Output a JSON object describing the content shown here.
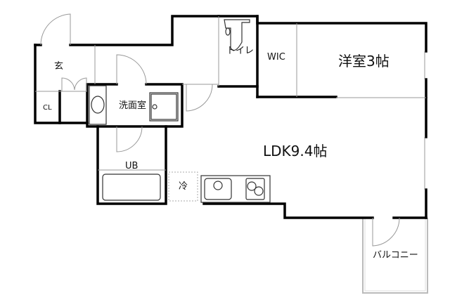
{
  "floor_plan": {
    "rooms": {
      "entrance": {
        "label": "玄"
      },
      "closet": {
        "label": "CL"
      },
      "washroom": {
        "label": "洗面室"
      },
      "toilet": {
        "label": "トイレ"
      },
      "walk_in_closet": {
        "label": "WIC"
      },
      "western_room": {
        "label": "洋室3帖"
      },
      "ldk": {
        "label": "LDK9.4帖"
      },
      "unit_bath": {
        "label": "UB"
      },
      "fridge_space": {
        "label": "冷"
      },
      "balcony": {
        "label": "バルコニー"
      }
    },
    "colors": {
      "wall": "#000000",
      "fixture": "#333333",
      "door": "#999999",
      "background": "#ffffff"
    }
  }
}
